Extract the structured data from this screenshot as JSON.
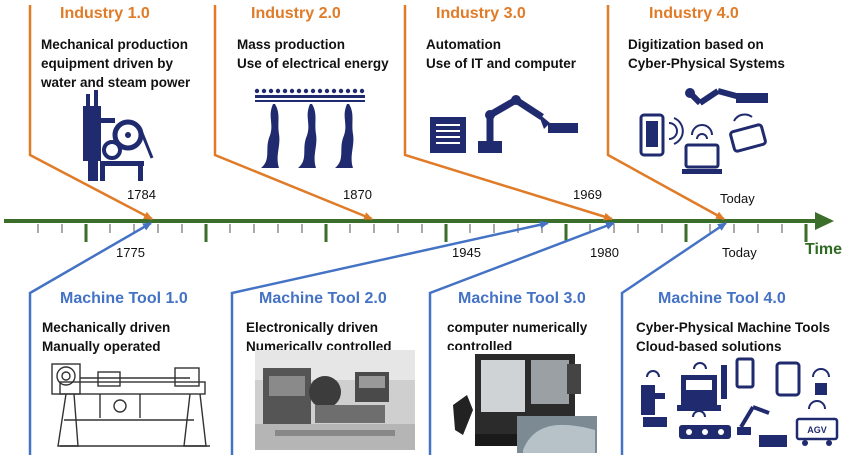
{
  "colors": {
    "industry": "#e07b28",
    "machine_tool": "#4472c4",
    "timeline": "#3a6e2a",
    "icon": "#1f2b6e"
  },
  "timeline_label": "Time",
  "industry": [
    {
      "title": "Industry 1.0",
      "lines": [
        "Mechanical production",
        "equipment driven by",
        "water and steam power"
      ],
      "year": "1784",
      "icon": "loom-icon"
    },
    {
      "title": "Industry 2.0",
      "lines": [
        "Mass production",
        "Use of electrical energy"
      ],
      "year": "1870",
      "icon": "conveyor-icon"
    },
    {
      "title": "Industry 3.0",
      "lines": [
        "Automation",
        "Use of IT and computer"
      ],
      "year": "1969",
      "icon": "robot-arm-icon"
    },
    {
      "title": "Industry 4.0",
      "lines": [
        "Digitization based on",
        "Cyber-Physical Systems"
      ],
      "year": "Today",
      "icon": "connected-devices-icon"
    }
  ],
  "machine_tool": [
    {
      "title": "Machine Tool 1.0",
      "lines": [
        "Mechanically driven",
        "Manually operated"
      ],
      "year": "1775",
      "image": "lathe-sketch"
    },
    {
      "title": "Machine Tool 2.0",
      "lines": [
        "Electronically driven",
        "Numerically controlled"
      ],
      "year": "1945",
      "image": "nc-machine-photo"
    },
    {
      "title": "Machine Tool 3.0",
      "lines": [
        "computer numerically",
        "controlled"
      ],
      "year": "1980",
      "image": "cnc-machine-photo"
    },
    {
      "title": "Machine Tool 4.0",
      "lines": [
        "Cyber-Physical Machine Tools",
        "Cloud-based solutions"
      ],
      "year": "Today",
      "image": "cyber-physical-icons",
      "agv_label": "AGV"
    }
  ]
}
